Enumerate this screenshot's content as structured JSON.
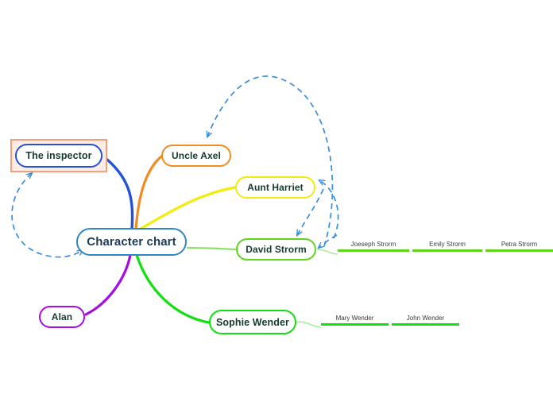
{
  "document": {
    "type": "mind-map",
    "background_color": "#ffffff"
  },
  "root": {
    "label": "Character chart",
    "border_color": "#2e86c7",
    "text_color": "#1d3b57"
  },
  "branches": [
    {
      "id": "inspector",
      "label": "The inspector",
      "branch_color": "#2451d8",
      "selected": true,
      "selection_fill": "#fcece3",
      "selection_border": "#f0a07c",
      "children": []
    },
    {
      "id": "uncle-axel",
      "label": "Uncle Axel",
      "branch_color": "#f08c21",
      "selected": false,
      "children": []
    },
    {
      "id": "aunt-harriet",
      "label": "Aunt Harriet",
      "branch_color": "#f2ec0c",
      "selected": false,
      "children": []
    },
    {
      "id": "david-strorm",
      "label": "David Strorm",
      "branch_color": "#5fd41b",
      "selected": false,
      "children": [
        {
          "label": "Joeseph Strorm"
        },
        {
          "label": "Emily Strorm"
        },
        {
          "label": "Petra Strorm"
        }
      ]
    },
    {
      "id": "alan",
      "label": "Alan",
      "branch_color": "#a50ee0",
      "selected": false,
      "children": []
    },
    {
      "id": "sophie-wender",
      "label": "Sophie Wender",
      "branch_color": "#10e010",
      "selected": false,
      "children": [
        {
          "label": "Mary Wender"
        },
        {
          "label": "John Wender"
        }
      ]
    }
  ],
  "relationship_links": {
    "color": "#3b8ede",
    "style": "dashed",
    "links": [
      {
        "from": "inspector",
        "to": "root",
        "arrows": "both"
      },
      {
        "from": "david-strorm",
        "to": "uncle-axel",
        "arrows": "to"
      },
      {
        "from": "david-strorm",
        "to": "aunt-harriet",
        "arrows": "to"
      },
      {
        "from": "aunt-harriet",
        "to": "david-strorm",
        "arrows": "to"
      }
    ]
  }
}
